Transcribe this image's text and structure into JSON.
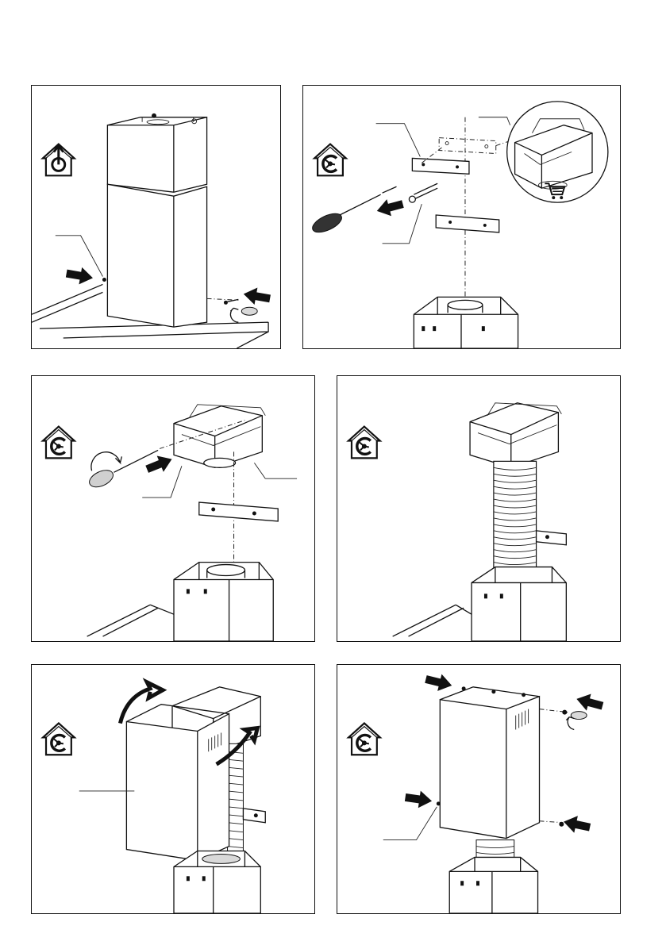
{
  "steps": [
    {
      "id": "step-1",
      "mode_icon": "ducted-mode-icon"
    },
    {
      "id": "step-2",
      "mode_icon": "recirculation-mode-icon",
      "shop_icon": "shopping-cart-icon"
    },
    {
      "id": "step-3",
      "mode_icon": "recirculation-mode-icon"
    },
    {
      "id": "step-4",
      "mode_icon": "recirculation-mode-icon"
    },
    {
      "id": "step-5",
      "mode_icon": "recirculation-mode-icon"
    },
    {
      "id": "step-6",
      "mode_icon": "recirculation-mode-icon"
    }
  ],
  "colors": {
    "line": "#111111",
    "background": "#ffffff"
  }
}
